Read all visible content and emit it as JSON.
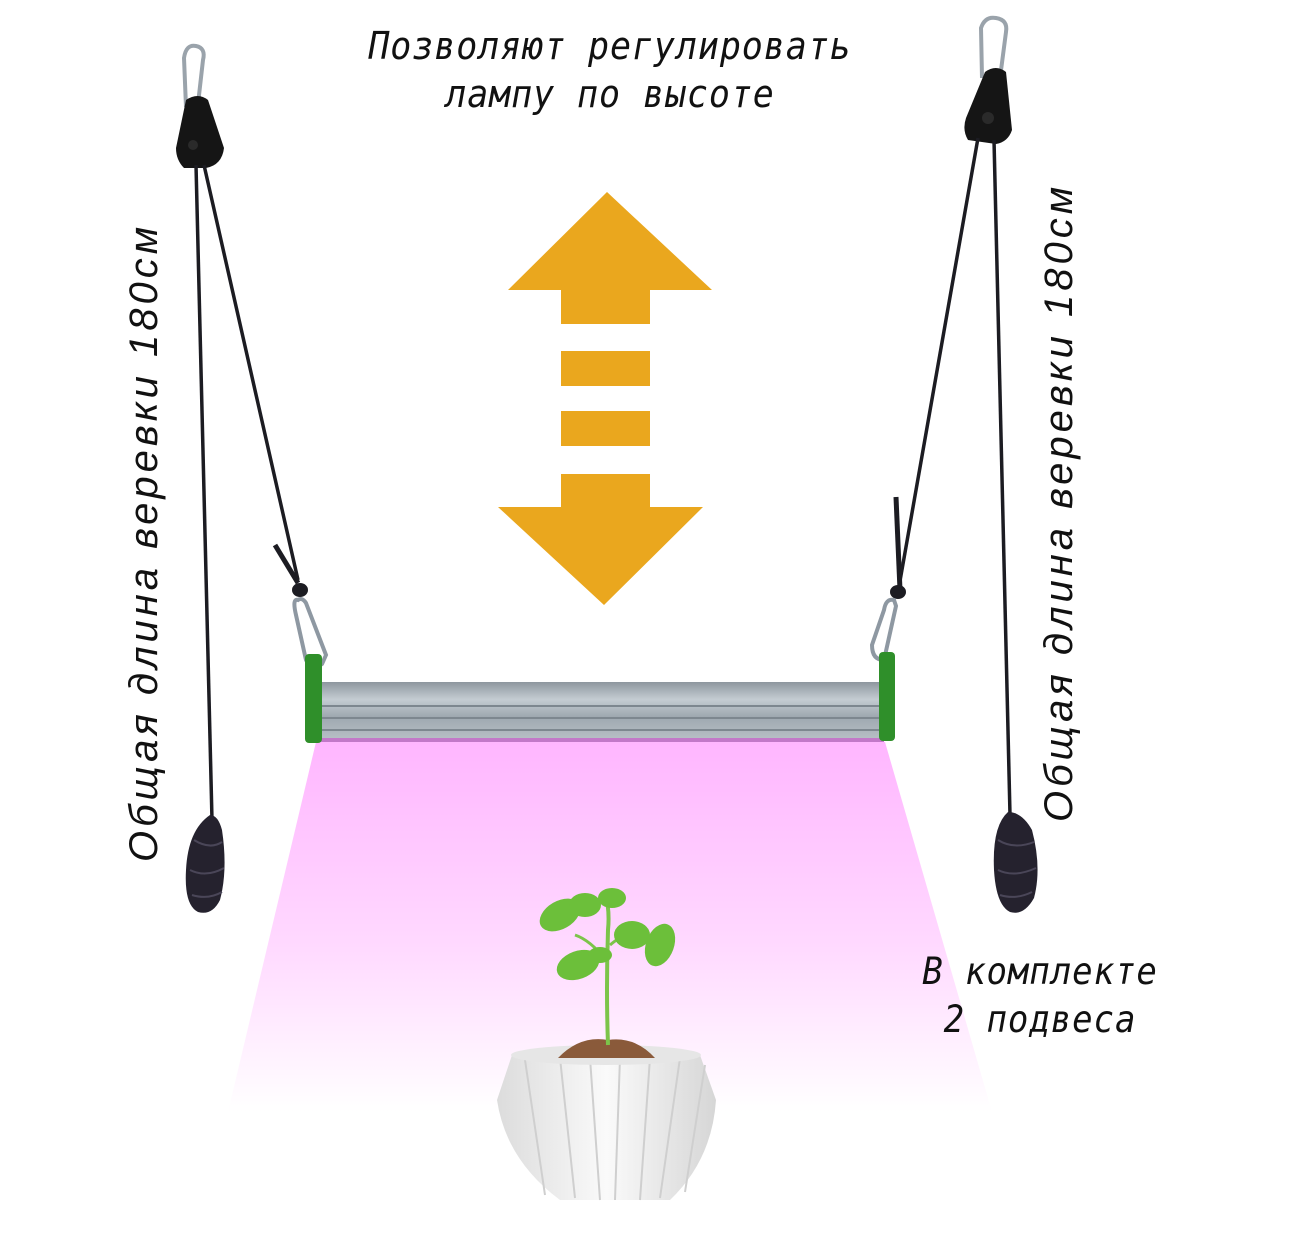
{
  "captions": {
    "height_adjust": [
      "Позволяют регулировать",
      "лампу по высоте"
    ],
    "rope_length_left": "Общая длина веревки 180см",
    "rope_length_right": "Общая длина веревки 180см",
    "bundle": [
      "В комплекте",
      "2 подвеса"
    ]
  },
  "colors": {
    "arrow": "#eaa71e",
    "light_cone": "#ffb8ff",
    "lamp_caps": "#2f8f2a",
    "lamp_body": "#a9b3bb",
    "rope": "#1c1c22",
    "pulley": "#141414",
    "pot": "#f0f0f0",
    "leaf": "#6cbf3a",
    "soil": "#8a5a3a"
  },
  "icons": {
    "height_arrow": "double-vertical-arrow-icon",
    "hanger_left": "rope-ratchet-hanger-icon",
    "hanger_right": "rope-ratchet-hanger-icon"
  }
}
